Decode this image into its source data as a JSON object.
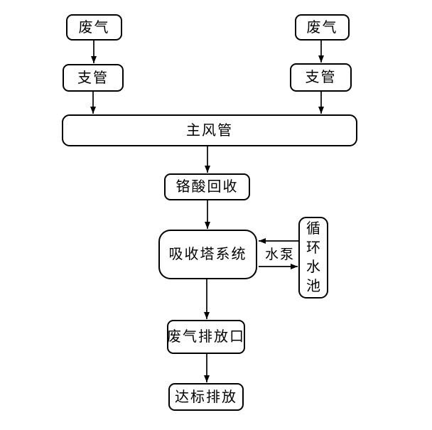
{
  "diagram": {
    "type": "flowchart",
    "background_color": "#ffffff",
    "line_color": "#000000",
    "box_fill_color": "#ffffff",
    "nodes": {
      "exhaust_left": {
        "label": "废气"
      },
      "exhaust_right": {
        "label": "废气"
      },
      "branch_left": {
        "label": "支管"
      },
      "branch_right": {
        "label": "支管"
      },
      "main_duct": {
        "label": "主风管"
      },
      "chromic_recovery": {
        "label": "铬酸回收"
      },
      "absorption_tower": {
        "label": "吸收塔系统"
      },
      "circulation_pool": {
        "label": "循环水池"
      },
      "exhaust_outlet": {
        "label": "废气排放口"
      },
      "final_discharge": {
        "label": "达标排放"
      }
    },
    "labels": {
      "pump": "水泵"
    },
    "edges": [
      {
        "from": "exhaust_left",
        "to": "branch_left"
      },
      {
        "from": "exhaust_right",
        "to": "branch_right"
      },
      {
        "from": "branch_left",
        "to": "main_duct"
      },
      {
        "from": "branch_right",
        "to": "main_duct"
      },
      {
        "from": "main_duct",
        "to": "chromic_recovery"
      },
      {
        "from": "chromic_recovery",
        "to": "absorption_tower"
      },
      {
        "from": "circulation_pool",
        "to": "absorption_tower",
        "label": "水泵"
      },
      {
        "from": "absorption_tower",
        "to": "circulation_pool",
        "label": "水泵"
      },
      {
        "from": "absorption_tower",
        "to": "exhaust_outlet"
      },
      {
        "from": "exhaust_outlet",
        "to": "final_discharge"
      }
    ]
  }
}
